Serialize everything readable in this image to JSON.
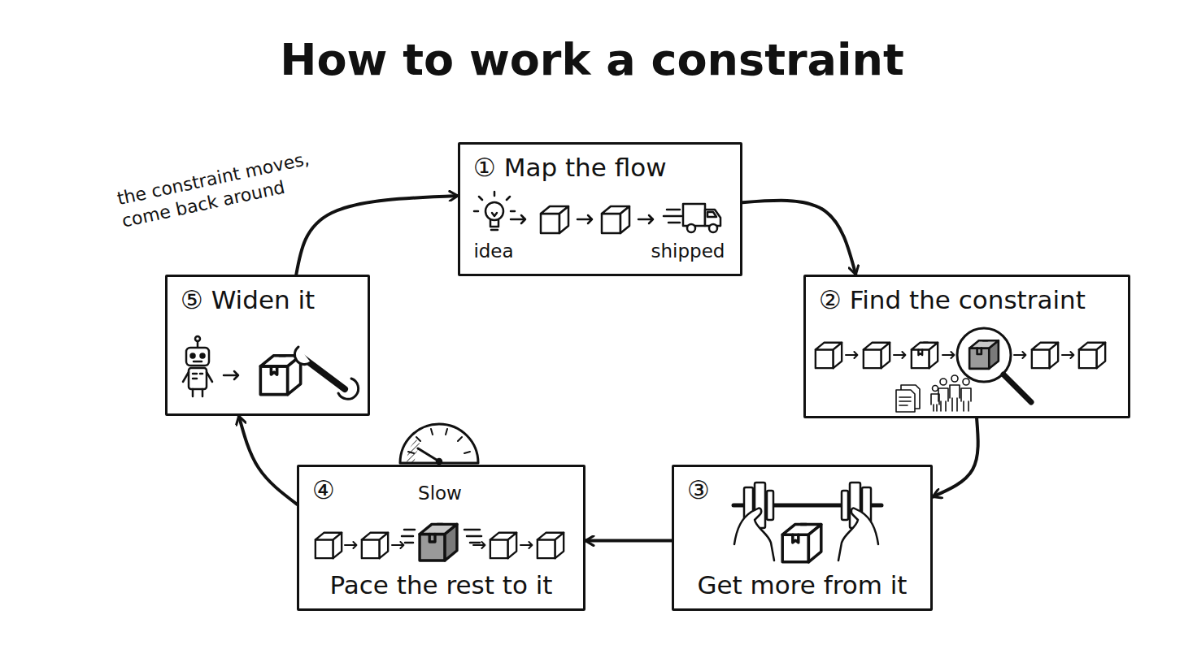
{
  "diagram": {
    "title": "How to work a constraint",
    "nodes": [
      {
        "text": [
          "① Map the flow"
        ]
      },
      {
        "text": [
          "② Find the constraint"
        ]
      },
      {
        "text": [
          "③",
          "Get more from it"
        ]
      },
      {
        "text": [
          "④",
          "Pace the rest to it"
        ]
      },
      {
        "text": [
          "⑤ Widen it"
        ]
      }
    ],
    "edges": [
      {
        "from": 0,
        "to": 1,
        "arrow": "to"
      },
      {
        "from": 1,
        "to": 2,
        "arrow": "to"
      },
      {
        "from": 2,
        "to": 3,
        "arrow": "to"
      },
      {
        "from": 3,
        "to": 4,
        "arrow": "to"
      },
      {
        "from": 4,
        "to": 0,
        "arrow": "to",
        "label": "the constraint moves, come back around"
      }
    ],
    "labels": [
      "idea",
      "shipped",
      "Slow"
    ]
  }
}
